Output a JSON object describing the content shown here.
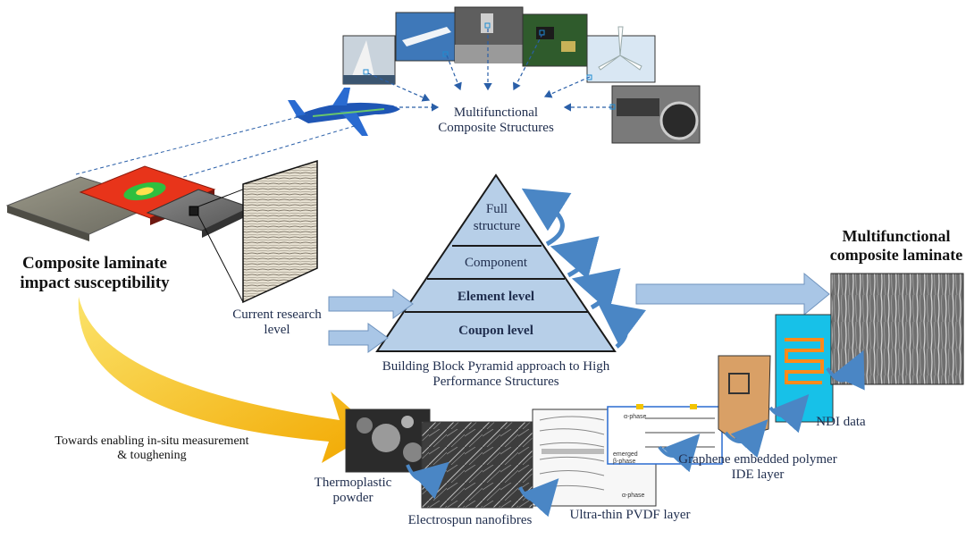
{
  "labels": {
    "multifunctional_structures": "Multifunctional Composite Structures",
    "composite_laminate": "Composite laminate impact susceptibility",
    "multifunctional_laminate": "Multifunctional composite laminate",
    "current_research": "Current research level",
    "pyramid_caption": "Building  Block Pyramid approach to High Performance Structures",
    "towards": "Towards enabling  in-situ measurement & toughening",
    "thermoplastic": "Thermoplastic powder",
    "electrospun": "Electrospun nanofibres",
    "pvdf": "Ultra-thin PVDF layer",
    "graphene": "Graphene embedded polymer IDE layer",
    "ndi": "NDI data",
    "alpha1": "α-phase",
    "beta": "emerged β-phase",
    "alpha2": "α-phase"
  },
  "pyramid": {
    "levels": [
      "Full structure",
      "Component",
      "Element level",
      "Coupon level"
    ]
  },
  "colors": {
    "pyramid_fill": "#b7cfe8",
    "pyramid_stroke": "#1a1a1a",
    "arrow_fill": "#a9c6e6",
    "arrow_stroke": "#6f93bd",
    "curve_arrow": "#4a86c5",
    "yellow_arrow": "#f4b400",
    "dashed": "#2a5fa8"
  }
}
